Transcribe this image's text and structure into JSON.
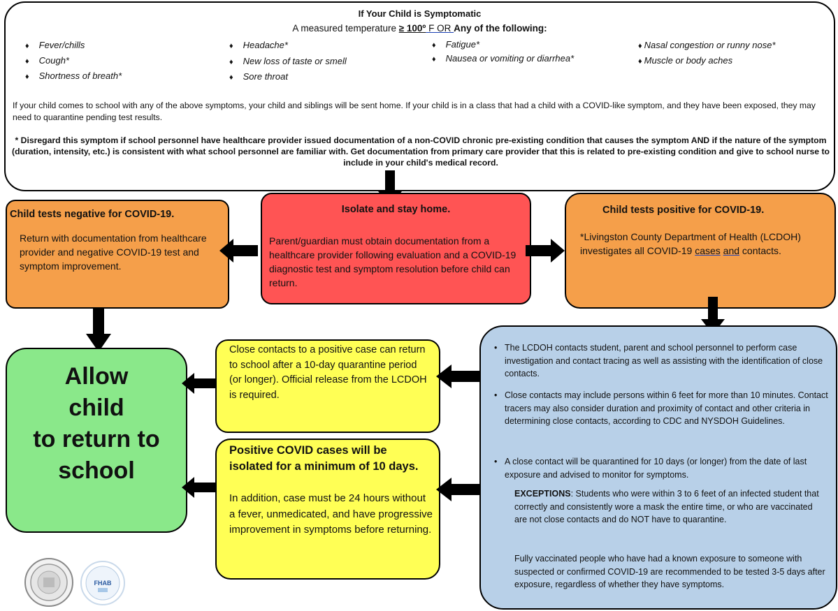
{
  "symptomatic": {
    "title": "If Your Child is  Symptomatic",
    "temp_prefix": "A measured temperature ",
    "temp_value": "≥ 100º",
    "temp_unit_or": " F   OR ",
    "temp_suffix": " Any of the following:",
    "symptoms": [
      "Fever/chills",
      "Cough*",
      "Shortness of breath*",
      "Headache*",
      "New loss of taste or smell",
      "Sore throat",
      "Fatigue*",
      "Nausea or vomiting or diarrhea*",
      "Nasal congestion or runny nose*",
      "Muscle or body aches"
    ],
    "sent_home_text": "If your child comes to school with any of the above symptoms, your child and siblings will be sent home.  If your child is in a class that had a child with a COVID-like symptom, and they have been exposed, they may need to quarantine pending test results.",
    "disregard_text": "* Disregard this symptom if school personnel have healthcare provider issued documentation of a non-COVID chronic pre-existing condition that causes the symptom AND if the nature of the symptom (duration, intensity, etc.) is consistent with what school personnel are familiar with.  Get documentation from primary care provider that this is related to pre-existing condition and give to school nurse to include in your child's medical record."
  },
  "negative": {
    "title": "Child tests negative for COVID-19.",
    "text": "Return with documentation from healthcare provider and negative COVID-19 test and symptom improvement."
  },
  "isolate": {
    "title": "Isolate and stay home.",
    "text": "Parent/guardian must obtain documentation from a healthcare provider following evaluation and a COVID-19 diagnostic test and symptom resolution before child can return."
  },
  "positive": {
    "title": "Child tests positive for COVID-19.",
    "text_a": "*Livingston County Department of Health (LCDOH) investigates all COVID-19 ",
    "text_cases": "cases",
    "text_and": "and",
    "text_b": " contacts."
  },
  "allow": {
    "line1": "Allow",
    "line2": "child",
    "line3": "to return to",
    "line4": "school"
  },
  "close_contacts": {
    "text": "Close contacts to a positive case can return to school after a 10-day quarantine period (or longer). Official release from the LCDOH is required."
  },
  "positive_cases": {
    "bold": "Positive COVID cases will be isolated for a minimum of 10 days.",
    "text": "In addition, case must be 24 hours without a fever, unmedicated, and have progressive improvement in symptoms before returning."
  },
  "lcdoh_info": {
    "bullet1": "The LCDOH contacts student, parent and school personnel to perform case investigation and contact tracing as well as assisting with the identification of close contacts.",
    "bullet2": "Close contacts may include persons within 6 feet for more than 10 minutes. Contact tracers may also consider duration and proximity of contact and other criteria in determining close contacts, according to CDC and NYSDOH Guidelines.",
    "bullet3": "A close contact will be quarantined for 10 days (or longer) from the date of last exposure and advised to monitor for symptoms.",
    "exceptions_label": "EXCEPTIONS",
    "exceptions_text": ":  Students who were within 3 to 6 feet of an infected student that correctly and consistently wore a mask the entire time, or who are vaccinated are not close contacts and do NOT have to quarantine.",
    "vaccinated_text": "Fully vaccinated people who have had a known exposure to someone with suspected or confirmed COVID-19 are recommended to be tested 3-5 days after exposure, regardless of whether they have symptoms."
  },
  "logos": {
    "seal_left": "Livingston County Department of Health seal",
    "seal_right": "FHAB",
    "seal_right_icon": "fhab-logo"
  },
  "colors": {
    "orange": "#f59f4a",
    "red": "#ff5454",
    "green": "#8ae88a",
    "yellow": "#ffff55",
    "blue": "#b8d0e8"
  }
}
